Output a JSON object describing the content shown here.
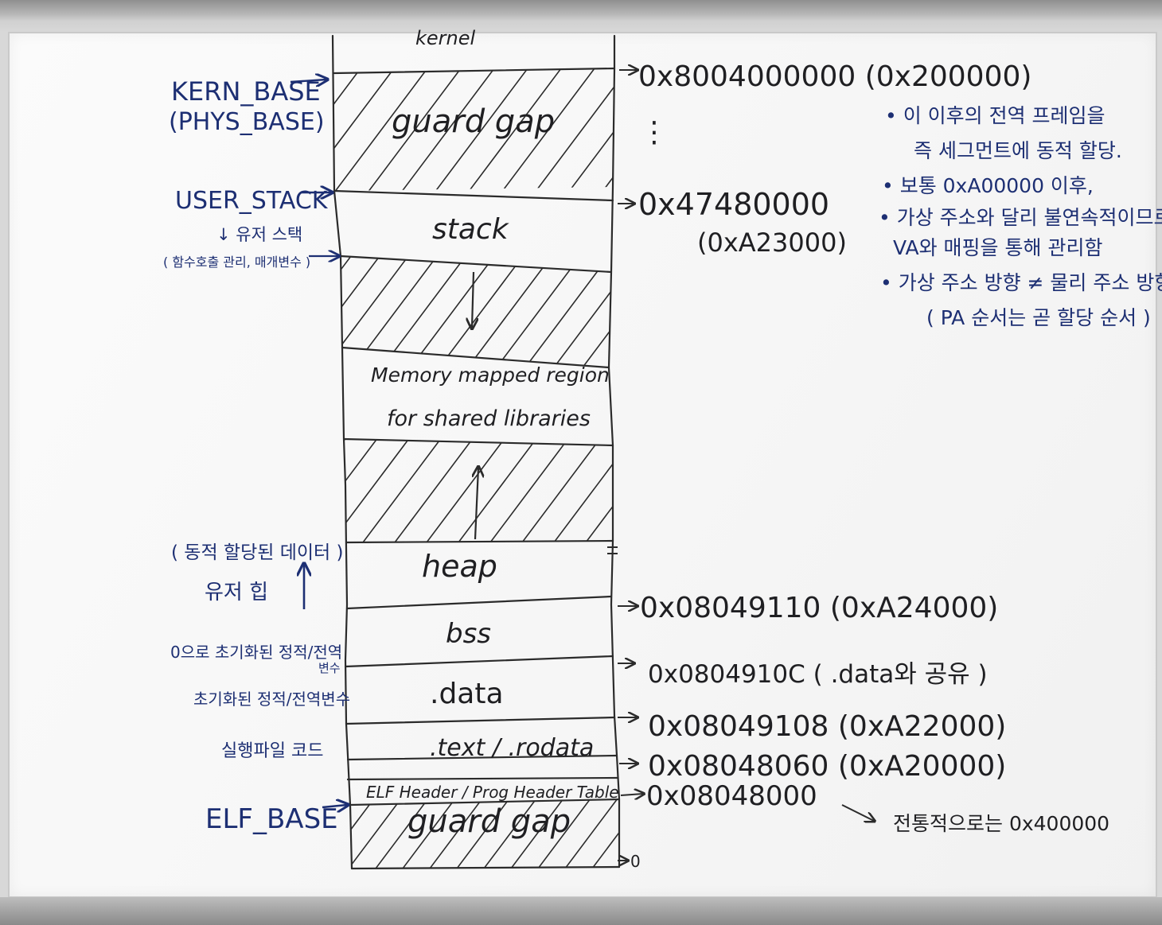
{
  "kernel_label": "kernel",
  "segments": {
    "guard_gap_top": "guard gap",
    "stack": "stack",
    "mmap_line1": "Memory mapped region",
    "mmap_line2": "for shared libraries",
    "heap": "heap",
    "bss": "bss",
    "data": ".data",
    "text": ".text / .rodata",
    "elf_header": "ELF Header / Prog Header Table",
    "guard_gap_bottom": "guard gap"
  },
  "left_labels": {
    "kern_base": "KERN_BASE",
    "phys_base": "(PHYS_BASE)",
    "user_stack": "USER_STACK",
    "user_stack_desc1": "↓ 유저 스택",
    "user_stack_desc2": "( 함수호출 관리, 매개변수 )",
    "heap_desc1": "( 동적 할당된 데이터 )",
    "heap_desc2": "유저 힙",
    "bss_desc1": "0으로 초기화된 정적/전역",
    "bss_desc2": "변수",
    "data_desc": "초기화된 정적/전역변수",
    "text_desc": "실행파일 코드",
    "elf_base": "ELF_BASE"
  },
  "addresses": {
    "kern_base": "0x8004000000 (0x200000)",
    "dots": "⋮",
    "user_stack": "0x47480000",
    "user_stack_pa": "(0xA23000)",
    "bss": "0x08049110 (0xA24000)",
    "data": "0x0804910C ( .data와 공유 )",
    "text": "0x08049108 (0xA22000)",
    "elf_header": "0x08048060 (0xA20000)",
    "elf_base": "0x08048000",
    "zero": "0",
    "traditional": "전통적으로는 0x400000"
  },
  "notes": [
    "• 이 이후의 전역 프레임을",
    "즉 세그먼트에 동적 할당.",
    "• 보통 0xA00000 이후,",
    "• 가상 주소와 달리 불연속적이므로",
    "VA와 매핑을 통해 관리함",
    "• 가상 주소 방향 ≠ 물리 주소 방향",
    "( PA 순서는 곧 할당 순서 )"
  ],
  "colors": {
    "black_ink": "#1f1f22",
    "blue_ink": "#1d2f73",
    "board": "#f7f7f7"
  }
}
